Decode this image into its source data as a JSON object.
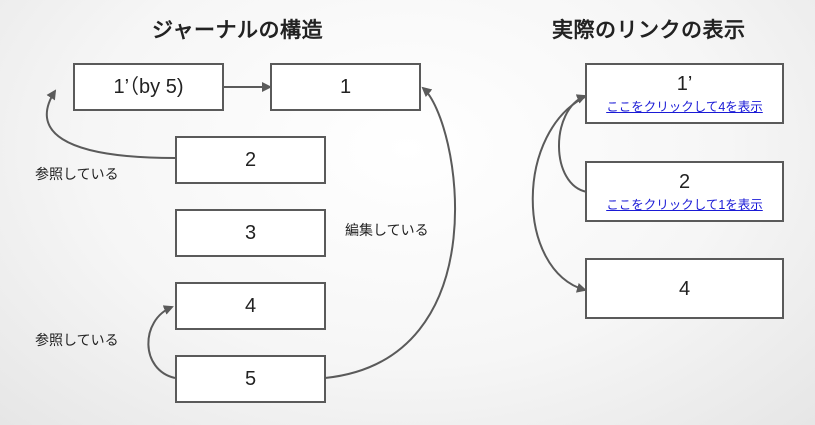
{
  "left_title": "ジャーナルの構造",
  "right_title": "実際のリンクの表示",
  "journal": {
    "boxes": [
      "1’（by 5)",
      "1",
      "2",
      "3",
      "4",
      "5"
    ]
  },
  "labels": {
    "refers_2": "参照している",
    "refers_5": "参照している",
    "edits_5": "編集している"
  },
  "display": {
    "boxes": [
      {
        "main": "1’",
        "link": "ここをクリックして4を表示"
      },
      {
        "main": "2",
        "link": "ここをクリックして1を表示"
      },
      {
        "main": "4",
        "link": ""
      }
    ]
  },
  "colors": {
    "box_border": "#5a5a5a",
    "arrow": "#5a5a5a",
    "link": "#1a1ad6"
  }
}
